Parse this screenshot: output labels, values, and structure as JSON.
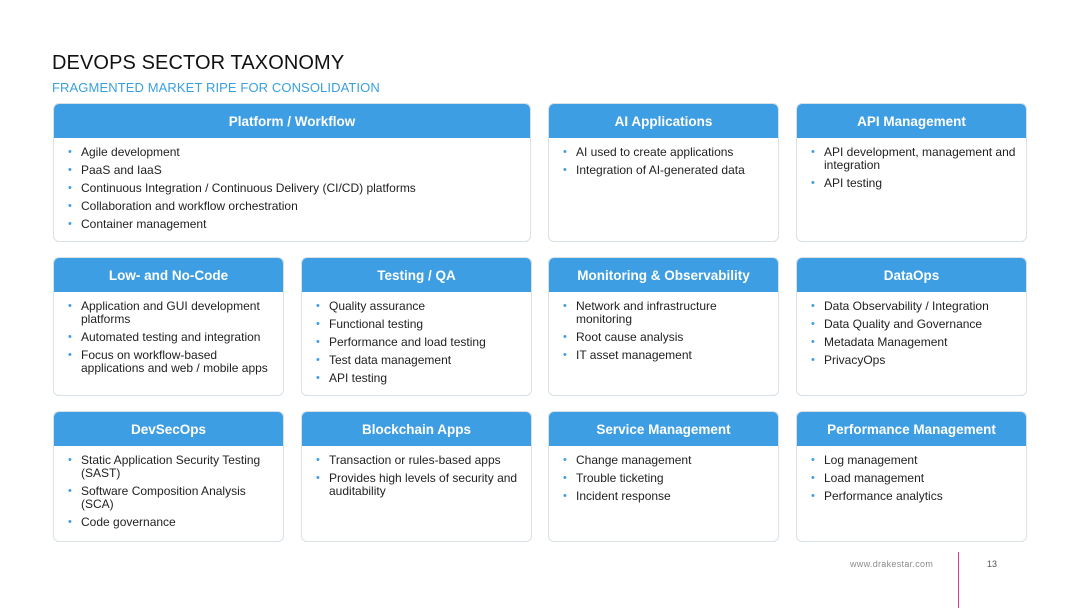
{
  "header": {
    "title": "DEVOPS SECTOR TAXONOMY",
    "subtitle": "FRAGMENTED MARKET RIPE FOR CONSOLIDATION"
  },
  "colors": {
    "header_blue": "#3d9ee3",
    "subtitle_blue": "#3aa0dd",
    "footer_accent": "#e0368f"
  },
  "bullet_icon": "bullet-dot",
  "cards": [
    {
      "title": "Platform / Workflow",
      "items": [
        "Agile development",
        "PaaS and IaaS",
        "Continuous Integration / Continuous Delivery (CI/CD) platforms",
        "Collaboration and workflow orchestration",
        "Container management"
      ]
    },
    {
      "title": "AI Applications",
      "items": [
        "AI used to create applications",
        "Integration of AI-generated data"
      ]
    },
    {
      "title": "API Management",
      "items": [
        "API development, management and integration",
        "API testing"
      ]
    },
    {
      "title": "Low- and No-Code",
      "items": [
        "Application and GUI development platforms",
        "Automated testing and integration",
        "Focus on workflow-based applications and web / mobile apps"
      ]
    },
    {
      "title": "Testing / QA",
      "items": [
        "Quality assurance",
        "Functional testing",
        "Performance and load testing",
        "Test data management",
        "API testing"
      ]
    },
    {
      "title": "Monitoring & Observability",
      "items": [
        "Network and infrastructure monitoring",
        "Root cause analysis",
        "IT asset management"
      ]
    },
    {
      "title": "DataOps",
      "items": [
        "Data Observability / Integration",
        "Data Quality and Governance",
        "Metadata Management",
        "PrivacyOps"
      ]
    },
    {
      "title": "DevSecOps",
      "items": [
        "Static Application Security Testing (SAST)",
        "Software Composition Analysis (SCA)",
        "Code governance"
      ]
    },
    {
      "title": "Blockchain Apps",
      "items": [
        "Transaction or rules-based apps",
        "Provides high levels of security and auditability"
      ]
    },
    {
      "title": "Service Management",
      "items": [
        "Change management",
        "Trouble ticketing",
        "Incident response"
      ]
    },
    {
      "title": "Performance Management",
      "items": [
        "Log management",
        "Load management",
        "Performance analytics"
      ]
    }
  ],
  "footer": {
    "url": "www.drakestar.com",
    "page_number": "13"
  }
}
